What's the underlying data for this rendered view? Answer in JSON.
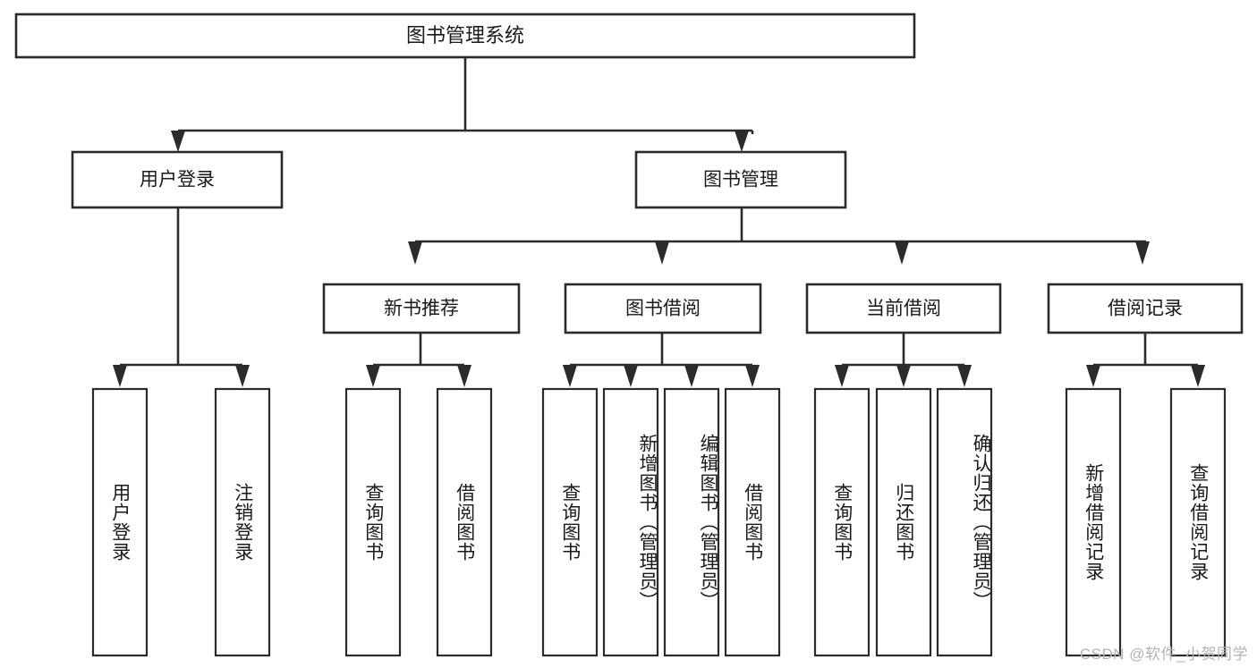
{
  "diagram": {
    "type": "tree",
    "title": "图书管理系统",
    "root": {
      "label": "图书管理系统"
    },
    "level2": [
      {
        "label": "用户登录"
      },
      {
        "label": "图书管理"
      }
    ],
    "level3": [
      {
        "label": "新书推荐"
      },
      {
        "label": "图书借阅"
      },
      {
        "label": "当前借阅"
      },
      {
        "label": "借阅记录"
      }
    ],
    "leaves": [
      {
        "label": "用户登录",
        "parent": "用户登录"
      },
      {
        "label": "注销登录",
        "parent": "用户登录"
      },
      {
        "label": "查询图书",
        "parent": "新书推荐"
      },
      {
        "label": "借阅图书",
        "parent": "新书推荐"
      },
      {
        "label": "查询图书",
        "parent": "图书借阅"
      },
      {
        "label": "新增图书（管理员）",
        "parent": "图书借阅"
      },
      {
        "label": "编辑图书（管理员）",
        "parent": "图书借阅"
      },
      {
        "label": "借阅图书",
        "parent": "图书借阅"
      },
      {
        "label": "查询图书",
        "parent": "当前借阅"
      },
      {
        "label": "归还图书",
        "parent": "当前借阅"
      },
      {
        "label": "确认归还（管理员）",
        "parent": "当前借阅"
      },
      {
        "label": "新增借阅记录",
        "parent": "借阅记录"
      },
      {
        "label": "查询借阅记录",
        "parent": "借阅记录"
      }
    ]
  },
  "watermark": {
    "text": "CSDN @软件_小贺同学"
  },
  "colors": {
    "stroke": "#2b2b2b",
    "background": "#ffffff",
    "text": "#1a1a1a",
    "watermark": "#b4b4b4"
  }
}
